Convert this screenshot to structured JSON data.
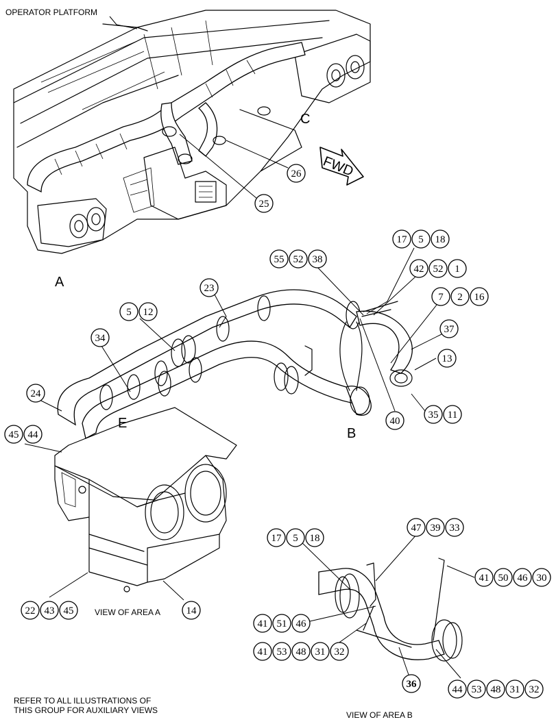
{
  "labels": {
    "operator_platform": "OPERATOR PLATFORM",
    "area_a": "A",
    "area_b": "B",
    "area_c": "C",
    "area_e": "E",
    "fwd": "FWD",
    "view_area_a": "VIEW OF AREA  A",
    "view_area_b": "VIEW OF AREA  B",
    "refer_line1": "REFER TO ALL ILLUSTRATIONS OF",
    "refer_line2": "THIS GROUP FOR AUXILIARY VIEWS"
  },
  "callouts": {
    "c26": "26",
    "c25": "25",
    "g1": [
      "17",
      "5",
      "18"
    ],
    "g2": [
      "55",
      "52",
      "38"
    ],
    "g3": [
      "42",
      "52",
      "1"
    ],
    "g4": [
      "7",
      "2",
      "16"
    ],
    "c37": "37",
    "c23": "23",
    "g5": [
      "5",
      "12"
    ],
    "c13": "13",
    "c34": "34",
    "g6": [
      "35",
      "11"
    ],
    "c24": "24",
    "c40": "40",
    "g7": [
      "45",
      "44"
    ],
    "g8": [
      "17",
      "5",
      "18"
    ],
    "g9": [
      "47",
      "39",
      "33"
    ],
    "g10": [
      "41",
      "50",
      "46",
      "30"
    ],
    "g11": [
      "22",
      "43",
      "45"
    ],
    "c14": "14",
    "g12": [
      "41",
      "51",
      "46"
    ],
    "g13": [
      "41",
      "53",
      "48",
      "31",
      "32"
    ],
    "c36": "36",
    "g14": [
      "44",
      "53",
      "48",
      "31",
      "32"
    ]
  }
}
